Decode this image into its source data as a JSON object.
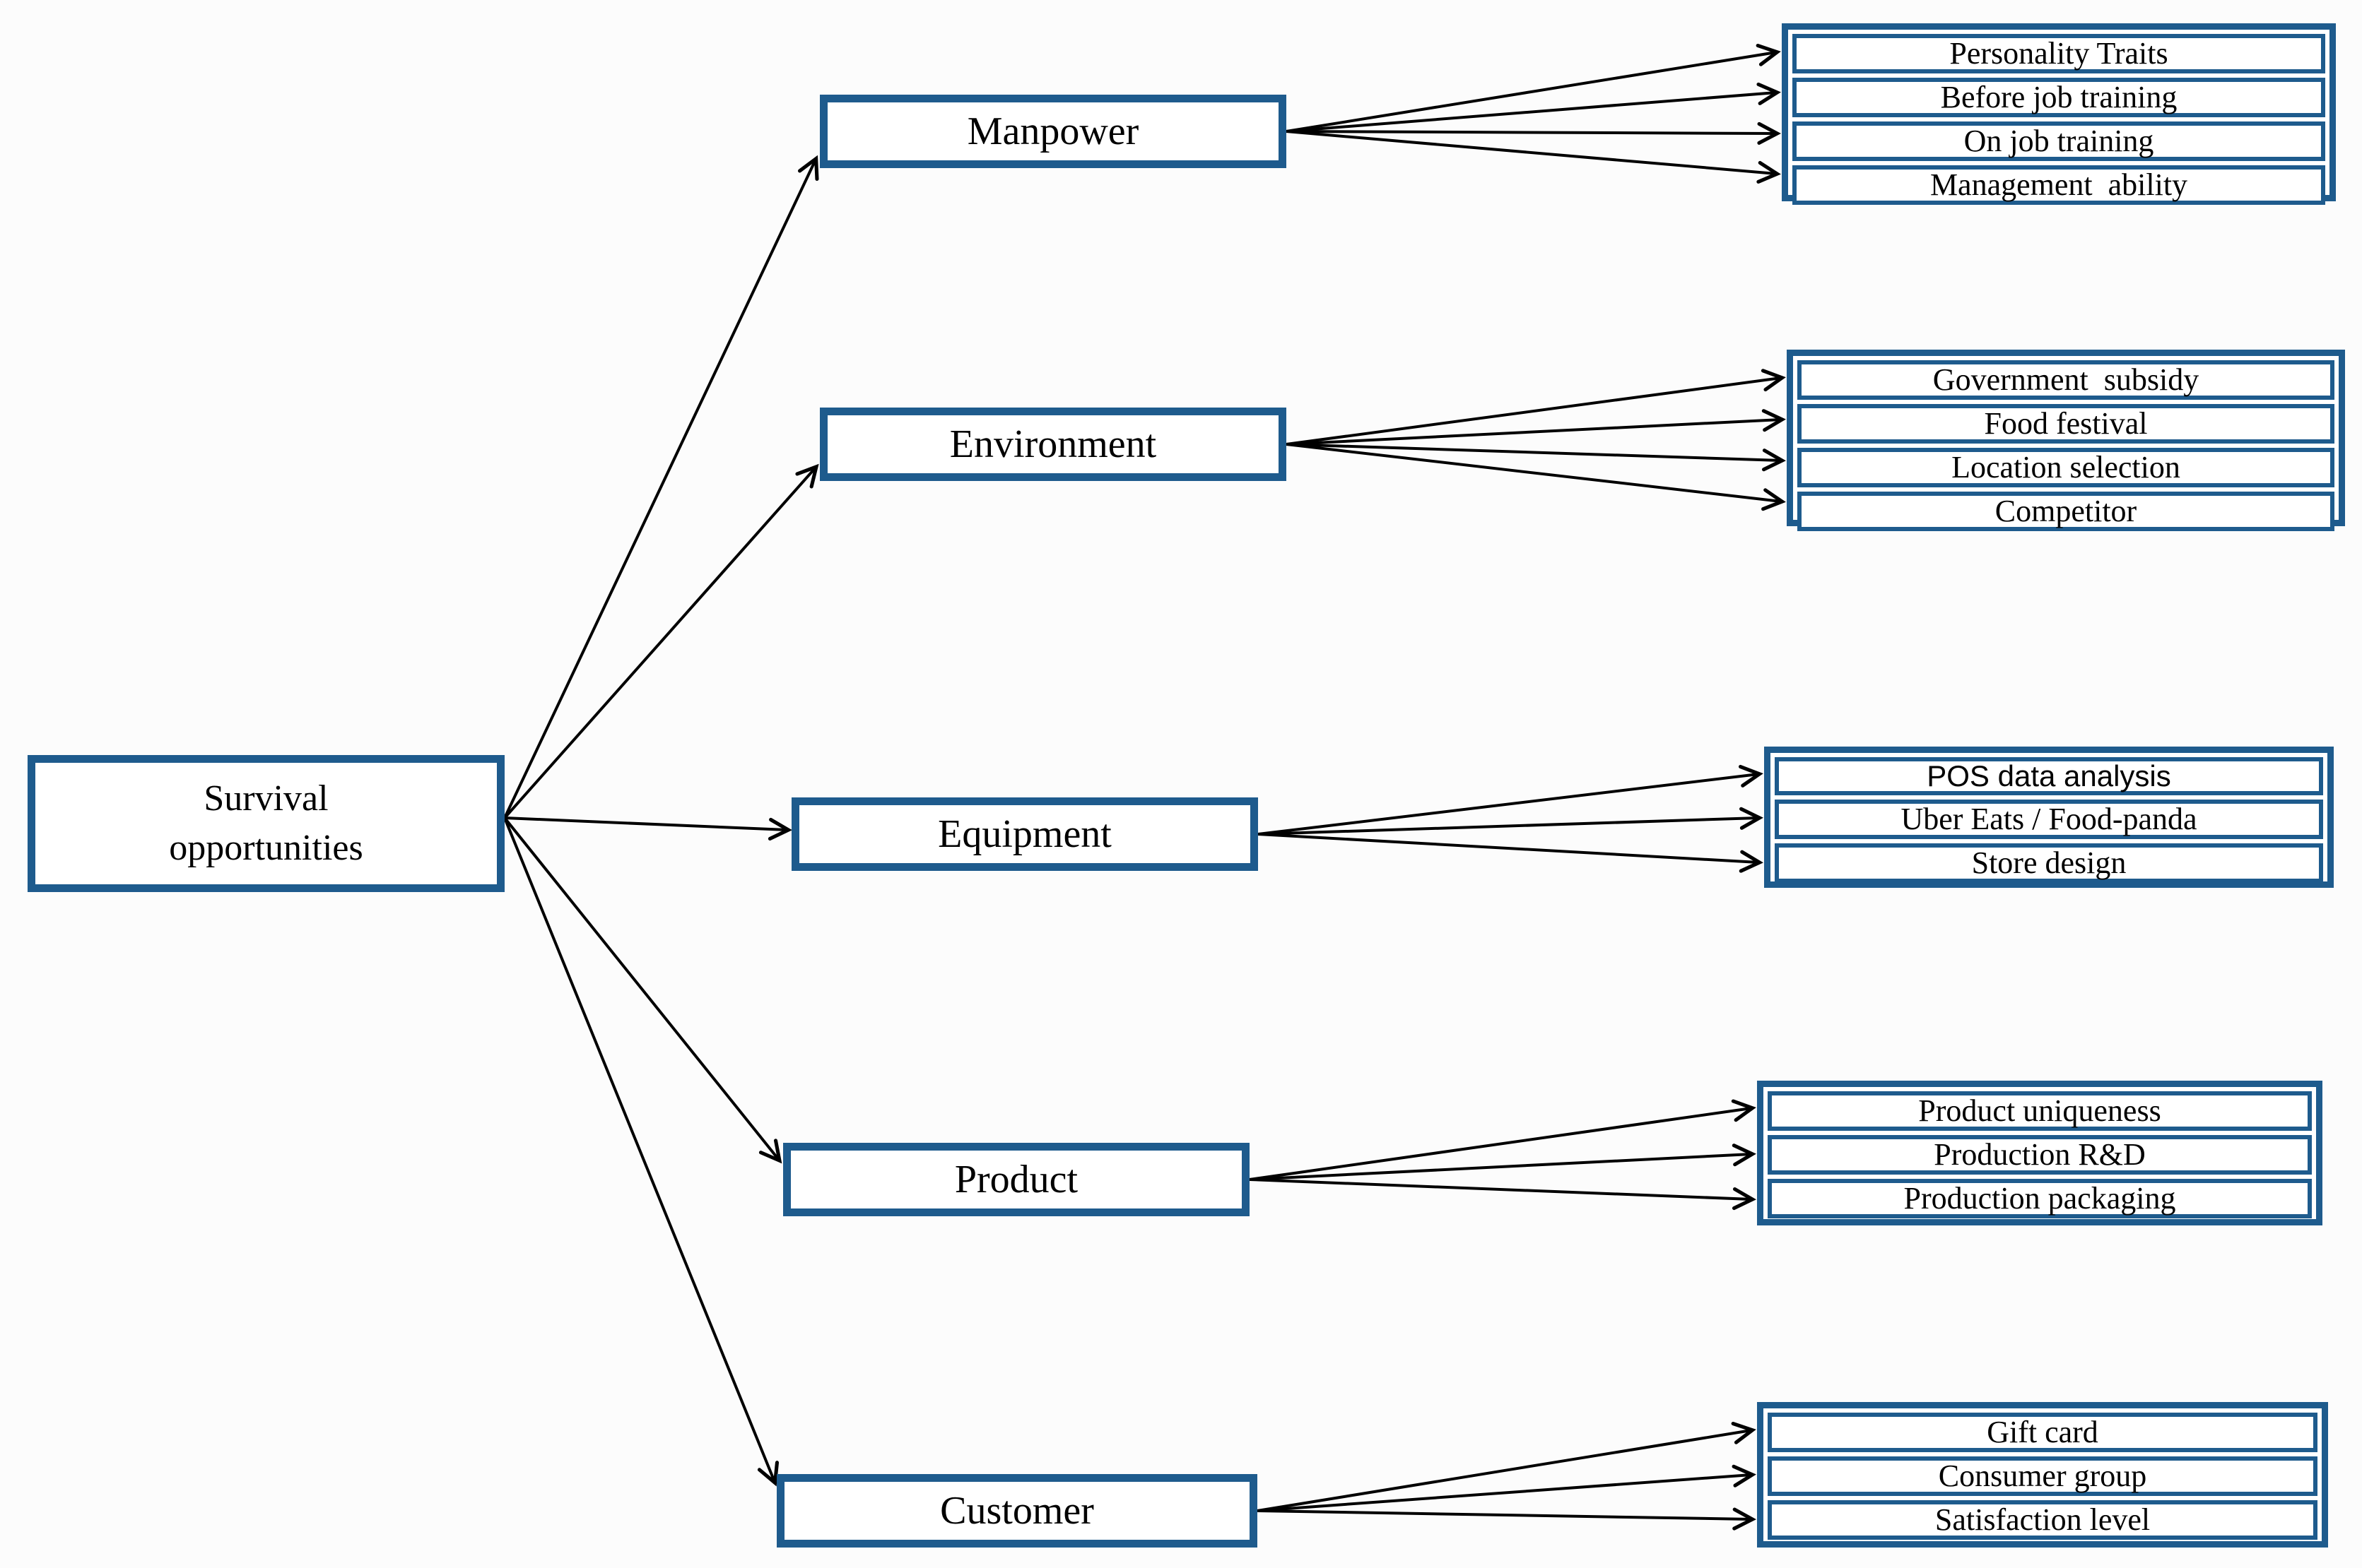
{
  "root": {
    "label": "Survival opportunities",
    "lines": [
      "Survival",
      "opportunities"
    ]
  },
  "branches": [
    {
      "label": "Manpower",
      "children": [
        "Personality Traits",
        "Before job training",
        "On job training",
        "Management  ability"
      ]
    },
    {
      "label": "Environment",
      "children": [
        "Government  subsidy",
        "Food festival",
        "Location selection",
        "Competitor"
      ]
    },
    {
      "label": "Equipment",
      "children": [
        "POS data analysis",
        "Uber Eats / Food-panda",
        "Store design"
      ]
    },
    {
      "label": "Product",
      "children": [
        "Product uniqueness",
        "Production R&D",
        "Production packaging"
      ]
    },
    {
      "label": "Customer",
      "children": [
        "Gift card",
        "Consumer group",
        "Satisfaction level"
      ]
    }
  ],
  "colors": {
    "box_border": "#1e5b8d",
    "arrow": "#000000",
    "box_fill": "#ffffff",
    "background": "#fcfcfc"
  }
}
